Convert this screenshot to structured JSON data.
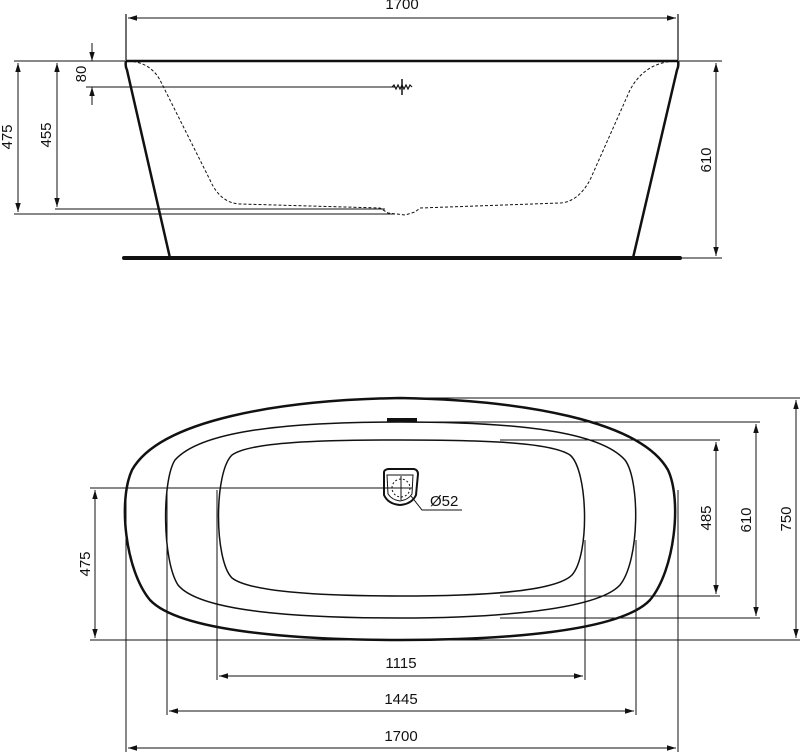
{
  "drawing": {
    "subject": "Freestanding bathtub dimension drawing",
    "units": "mm",
    "line_color": "#111111",
    "background": "#ffffff"
  },
  "side_view": {
    "overall_length": "1700",
    "total_height": "610",
    "rim_to_floor_inner": "475",
    "rim_to_bottom_inner": "455",
    "rim_to_overflow": "80"
  },
  "plan_view": {
    "overall_width": "750",
    "rim_inner_width": "610",
    "bottom_width": "485",
    "drain_offset": "475",
    "drain_diameter": "Ø52",
    "bottom_length": "1115",
    "rim_inner_length": "1445",
    "overall_length": "1700"
  }
}
